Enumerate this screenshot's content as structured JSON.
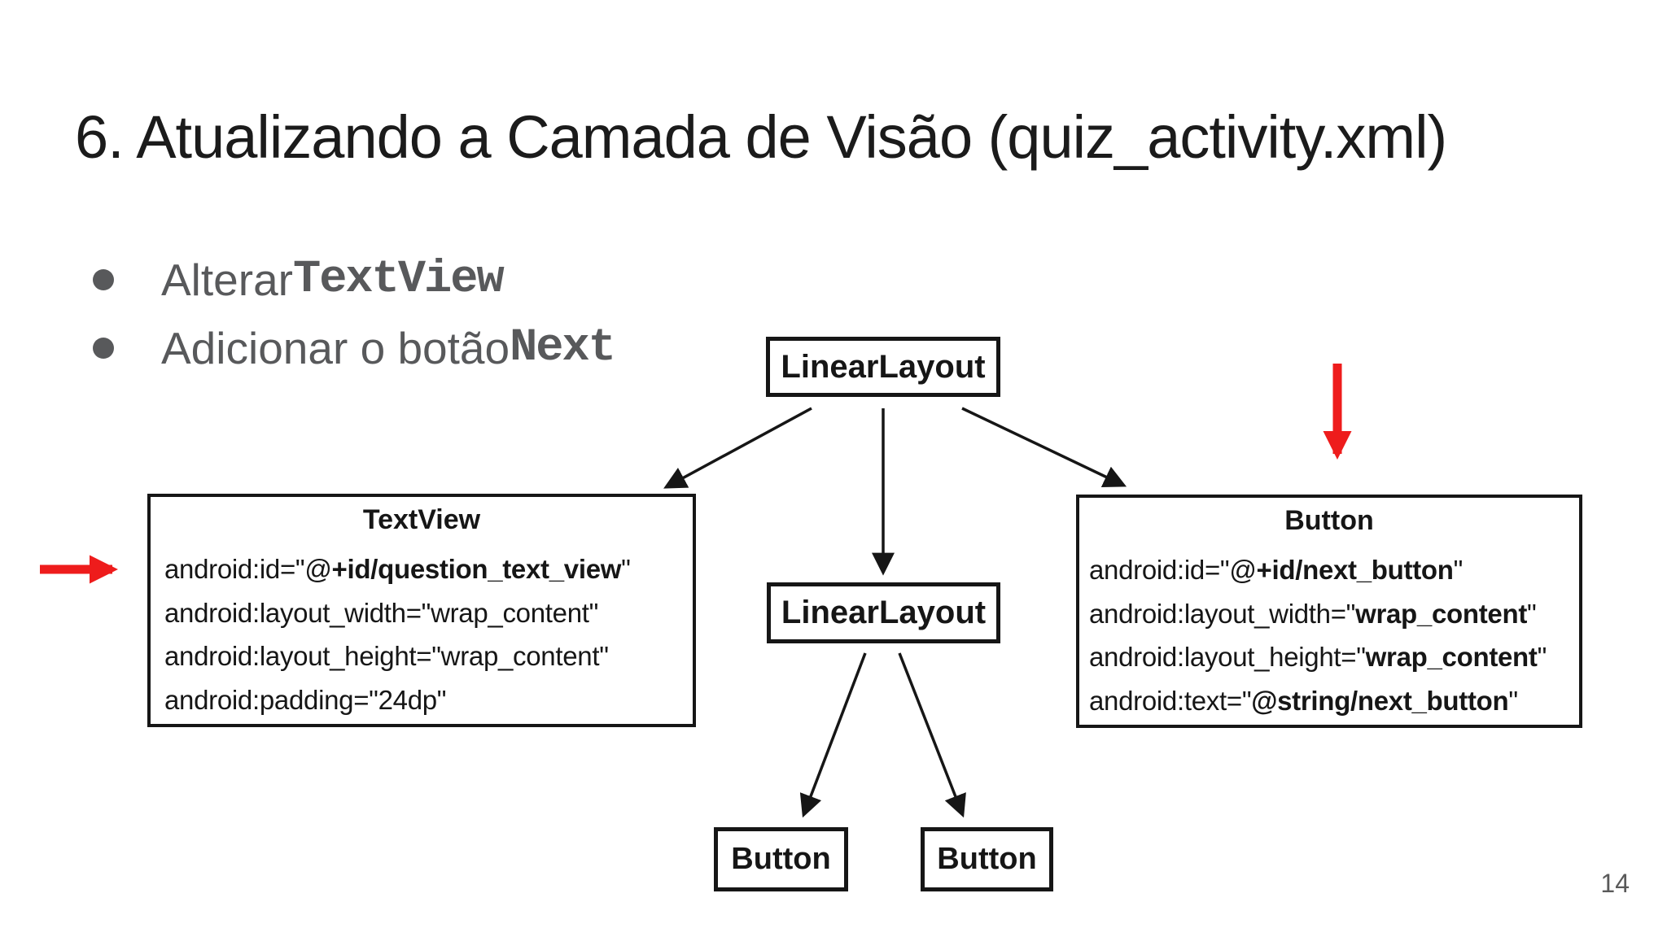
{
  "title": "6. Atualizando a Camada de Visão (quiz_activity.xml)",
  "bullets": [
    {
      "prefix": "Alterar ",
      "code": "TextView"
    },
    {
      "prefix": "Adicionar o botão ",
      "code": "Next"
    }
  ],
  "page_number": "14",
  "colors": {
    "slide_text_gray": "#58595b",
    "diagram_ink": "#161616",
    "annotation_red": "#ee1c1c"
  },
  "icons": {
    "left_annotation": "red-arrow-right-icon",
    "right_annotation": "red-arrow-down-icon"
  },
  "diagram": {
    "root": {
      "label": "LinearLayout"
    },
    "inner": {
      "label": "LinearLayout"
    },
    "leaf_left": {
      "label": "Button"
    },
    "leaf_right": {
      "label": "Button"
    },
    "textview": {
      "title": "TextView",
      "lines": [
        [
          {
            "t": "android:id=\"@"
          },
          {
            "t": "+id/question_text_view",
            "b": true
          },
          {
            "t": "\""
          }
        ],
        [
          {
            "t": "android:layout_width=\"wrap_content\""
          }
        ],
        [
          {
            "t": "android:layout_height=\"wrap_content\""
          }
        ],
        [
          {
            "t": "android:padding=\"24dp\""
          }
        ]
      ]
    },
    "button": {
      "title": "Button",
      "lines": [
        [
          {
            "t": "android:id=\"@"
          },
          {
            "t": "+id/next_button",
            "b": true
          },
          {
            "t": "\""
          }
        ],
        [
          {
            "t": "android:layout_width=\""
          },
          {
            "t": "wrap_content",
            "b": true
          },
          {
            "t": "\""
          }
        ],
        [
          {
            "t": "android:layout_height=\""
          },
          {
            "t": "wrap_content",
            "b": true
          },
          {
            "t": "\""
          }
        ],
        [
          {
            "t": "android:text=\""
          },
          {
            "t": "@string/next_button",
            "b": true
          },
          {
            "t": "\""
          }
        ]
      ]
    }
  }
}
